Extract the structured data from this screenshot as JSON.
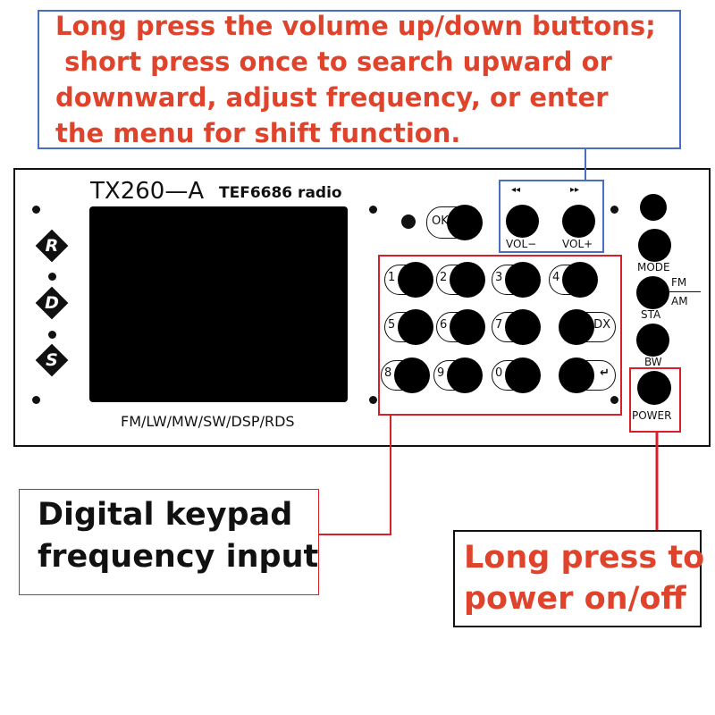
{
  "callouts": {
    "volume": "Long press the volume up/down buttons;\n short press once to search upward or\ndownward, adjust frequency, or enter\nthe menu for shift function.",
    "keypad": "Digital keypad\nfrequency input",
    "power": "Long press to\npower on/off"
  },
  "panel": {
    "model": "TX260—A",
    "chip": "TEF6686  radio",
    "bands": "FM/LW/MW/SW/DSP/RDS",
    "side_logos": [
      "R",
      "D",
      "S"
    ]
  },
  "buttons": {
    "ok": "OK",
    "rewind": "◂◂",
    "forward": "▸▸",
    "vol_down": "VOL−",
    "vol_up": "VOL+",
    "mode": "MODE",
    "fm": "FM",
    "am": "AM",
    "sta": "STA",
    "bw": "BW",
    "power": "POWER"
  },
  "keypad": {
    "row1": [
      "1",
      "2",
      "3",
      "4"
    ],
    "row2": [
      "5",
      "6",
      "7",
      "DX"
    ],
    "row3": [
      "8",
      "9",
      "0",
      "↵"
    ]
  },
  "colors": {
    "callout_text": "#e0432b",
    "blue_frame": "#4a6fbf",
    "red_frame": "#d8202a"
  }
}
